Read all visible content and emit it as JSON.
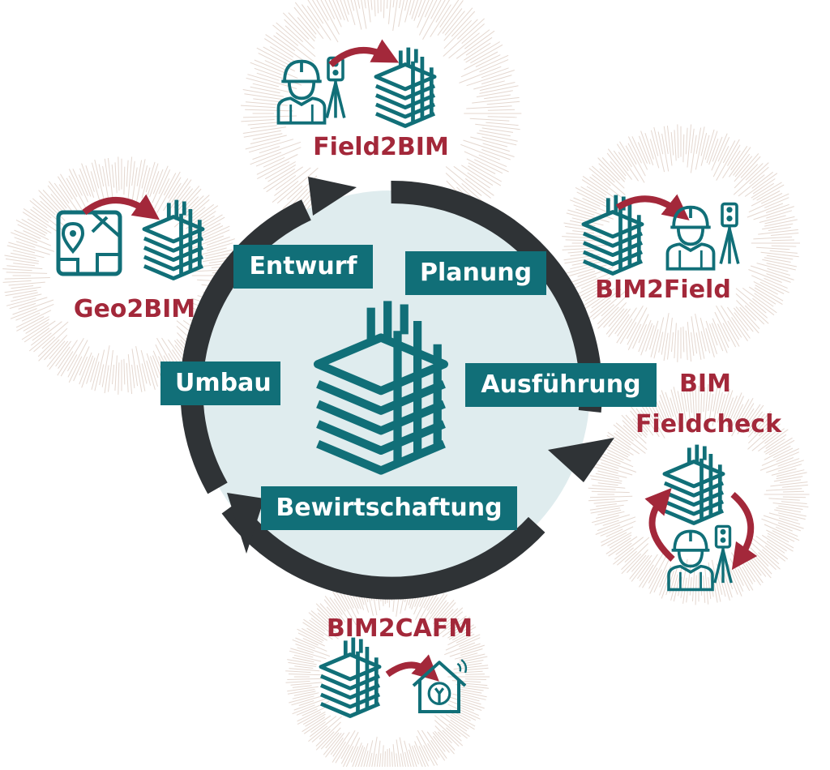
{
  "diagram": {
    "phases": {
      "entwurf": "Entwurf",
      "planung": "Planung",
      "ausfuehrung": "Ausführung",
      "bewirtschaftung": "Bewirtschaftung",
      "umbau": "Umbau"
    },
    "processes": {
      "field2bim": "Field2BIM",
      "bim2field": "BIM2Field",
      "geo2bim": "Geo2BIM",
      "fieldcheck_line1": "BIM",
      "fieldcheck_line2": "Fieldcheck",
      "bim2cafm": "BIM2CAFM"
    }
  },
  "colors": {
    "teal": "#116f78",
    "red": "#a3283a",
    "cycle_ring": "#2f3336",
    "center_fill": "#dfecee",
    "burst": "#d9c7bc"
  },
  "icons": {
    "center": "building-model-icon",
    "field2bim": [
      "worker-icon",
      "total-station-icon",
      "arrow-right-icon",
      "building-model-icon"
    ],
    "bim2field": [
      "building-model-icon",
      "arrow-right-icon",
      "worker-icon",
      "total-station-icon"
    ],
    "geo2bim": [
      "map-icon",
      "arrow-right-icon",
      "building-model-icon"
    ],
    "fieldcheck": [
      "building-model-icon",
      "cycle-arrows-icon",
      "worker-icon",
      "total-station-icon"
    ],
    "bim2cafm": [
      "building-model-icon",
      "arrow-right-icon",
      "smart-home-icon"
    ]
  }
}
